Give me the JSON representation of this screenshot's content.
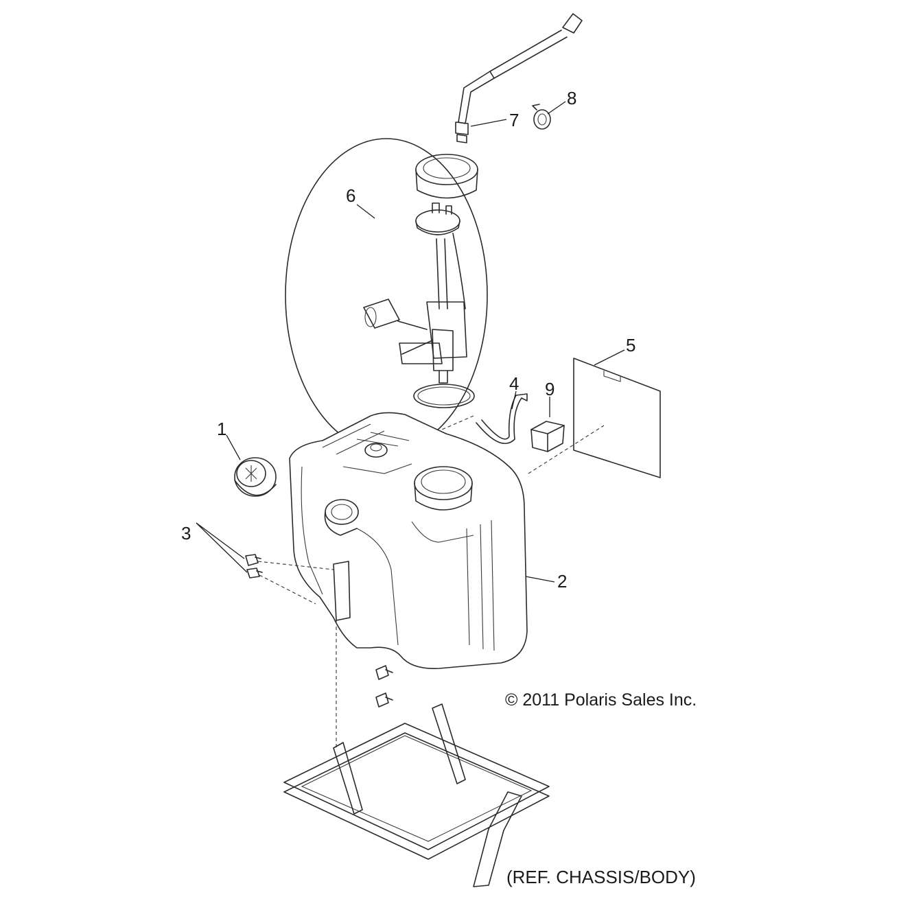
{
  "diagram": {
    "callouts": [
      {
        "id": "1",
        "label": "1"
      },
      {
        "id": "2",
        "label": "2"
      },
      {
        "id": "3",
        "label": "3"
      },
      {
        "id": "4",
        "label": "4"
      },
      {
        "id": "5",
        "label": "5"
      },
      {
        "id": "6",
        "label": "6"
      },
      {
        "id": "7",
        "label": "7"
      },
      {
        "id": "8",
        "label": "8"
      },
      {
        "id": "9",
        "label": "9"
      }
    ],
    "copyright": "© 2011 Polaris Sales Inc.",
    "reference_note": "(REF. CHASSIS/BODY)"
  },
  "colors": {
    "ink": "#2a2a2a",
    "background": "#ffffff"
  }
}
